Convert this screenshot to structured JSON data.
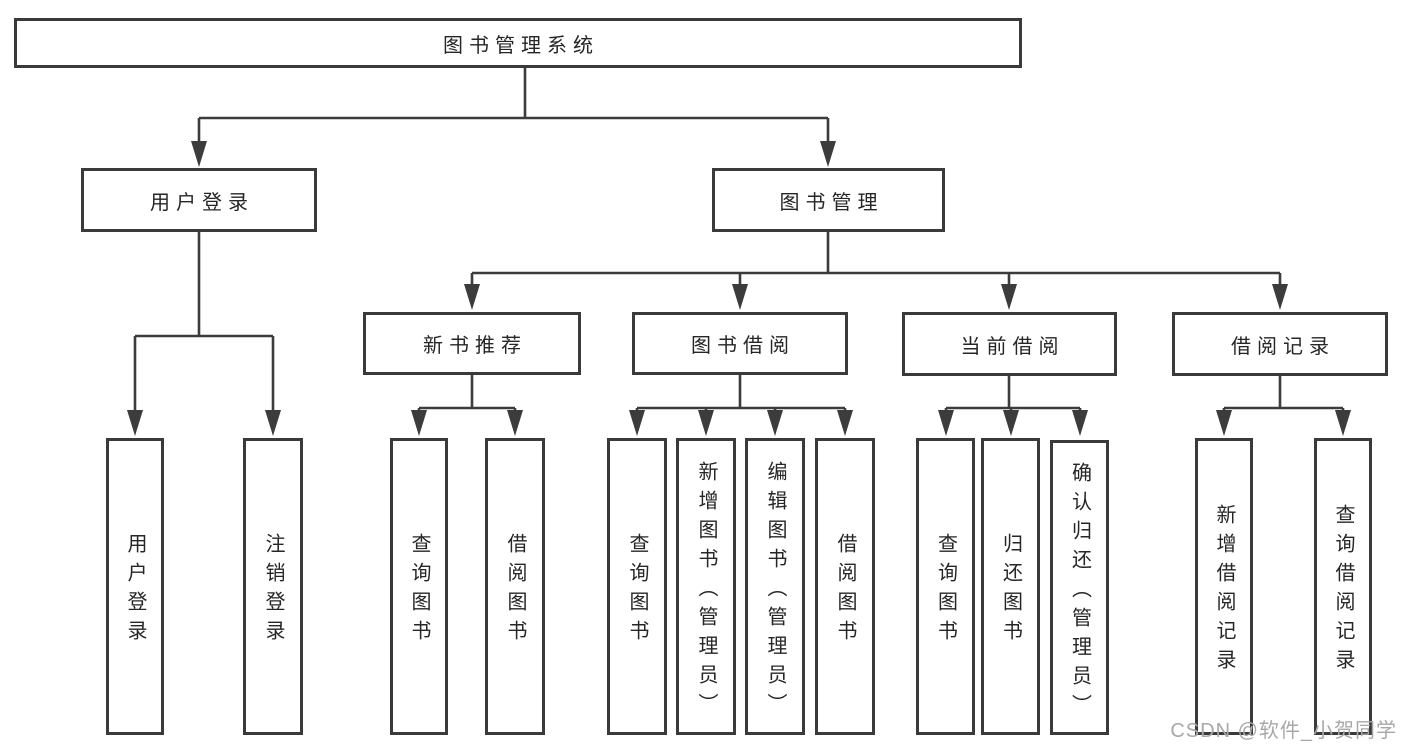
{
  "title": "图书管理系统",
  "watermark": "CSDN @软件_小贺同学",
  "colors": {
    "line": "#3c3c3c",
    "border": "#3a3a3a",
    "text": "#262626",
    "watermark": "#a8a8a8",
    "background": "#ffffff"
  },
  "nodes": {
    "root": {
      "label": "图书管理系统"
    },
    "user_login": {
      "label": "用户登录",
      "children": [
        "用户登录",
        "注销登录"
      ]
    },
    "book_mgmt": {
      "label": "图书管理",
      "children": [
        "新书推荐",
        "图书借阅",
        "当前借阅",
        "借阅记录"
      ]
    },
    "new_book_rec": {
      "label": "新书推荐",
      "children": [
        "查询图书",
        "借阅图书"
      ]
    },
    "book_borrow": {
      "label": "图书借阅",
      "children": [
        "查询图书",
        "新增图书（管理员）",
        "编辑图书（管理员）",
        "借阅图书"
      ]
    },
    "current_borrow": {
      "label": "当前借阅",
      "children": [
        "查询图书",
        "归还图书",
        "确认归还（管理员）"
      ]
    },
    "borrow_records": {
      "label": "借阅记录",
      "children": [
        "新增借阅记录",
        "查询借阅记录"
      ]
    }
  }
}
